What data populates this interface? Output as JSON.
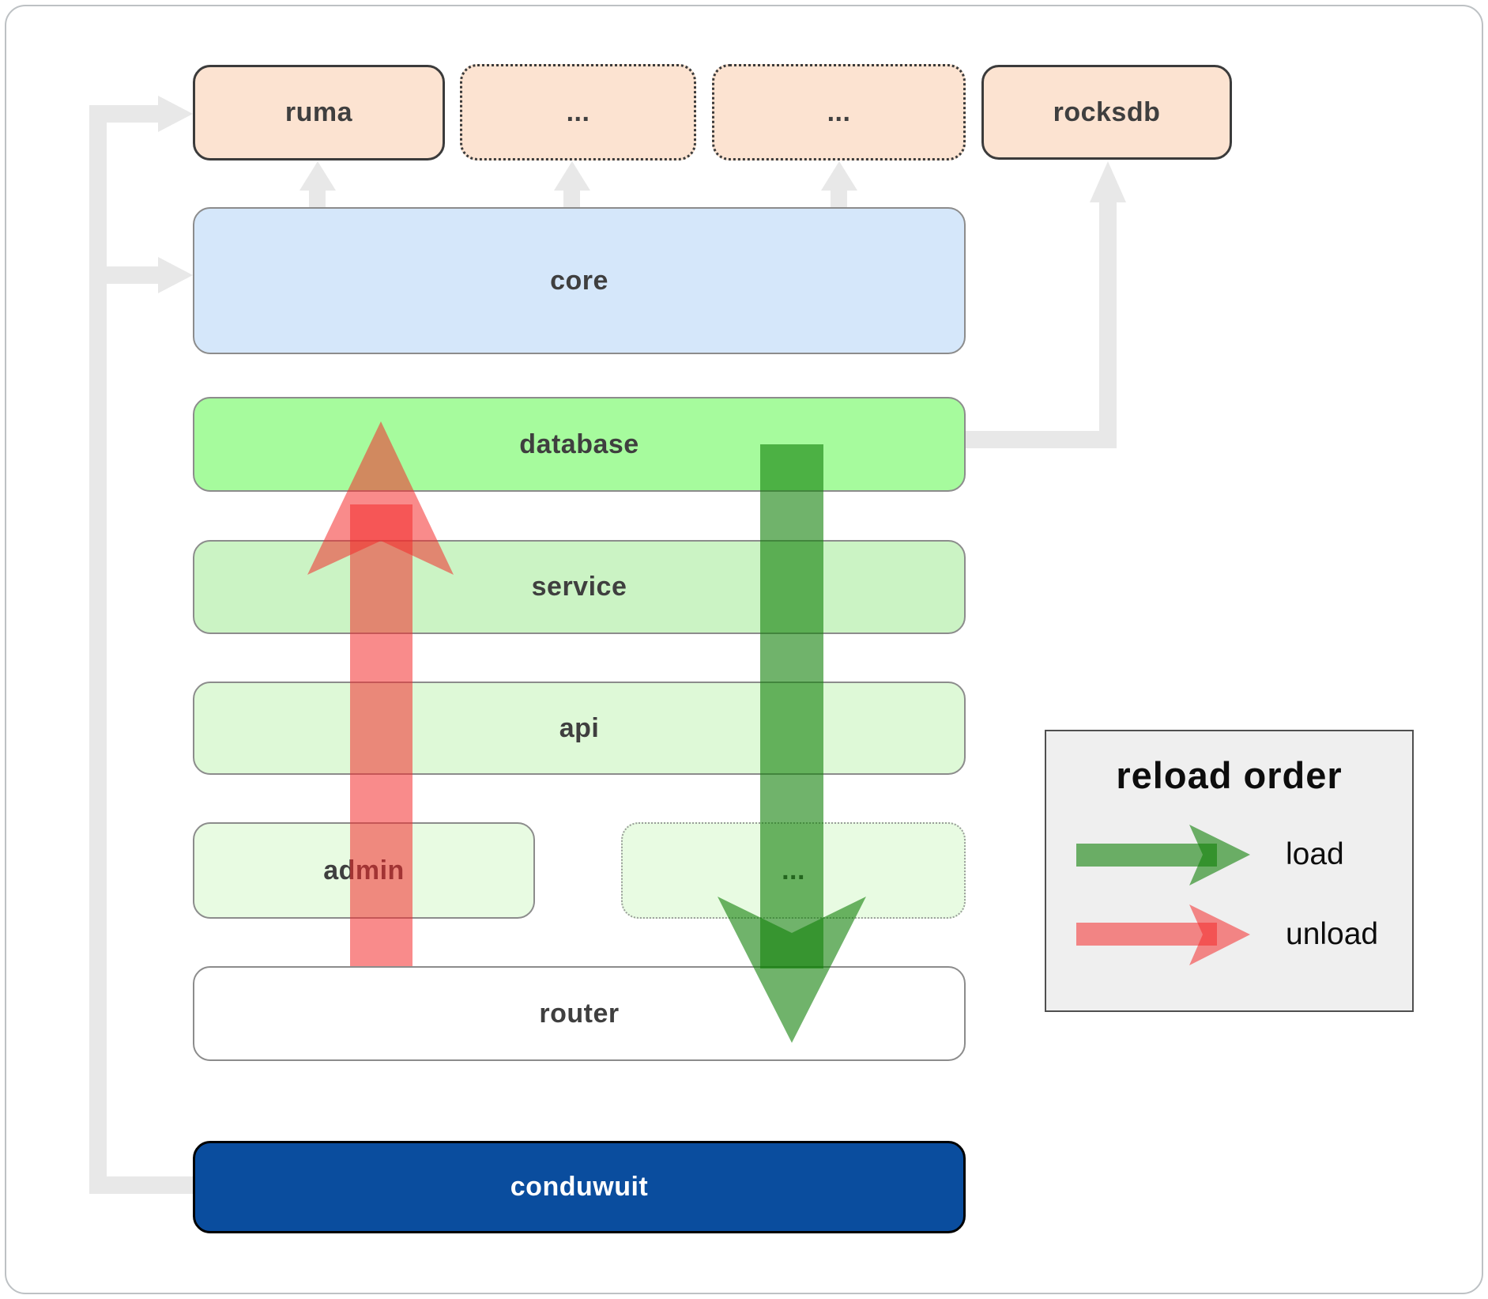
{
  "nodes": {
    "ruma": {
      "label": "ruma"
    },
    "extern1": {
      "label": "..."
    },
    "extern2": {
      "label": "..."
    },
    "rocksdb": {
      "label": "rocksdb"
    },
    "core": {
      "label": "core"
    },
    "database": {
      "label": "database"
    },
    "service": {
      "label": "service"
    },
    "api": {
      "label": "api"
    },
    "admin": {
      "label": "admin"
    },
    "modules": {
      "label": "..."
    },
    "router": {
      "label": "router"
    },
    "conduwuit": {
      "label": "conduwuit"
    }
  },
  "legend": {
    "title": "reload order",
    "items": [
      {
        "id": "load",
        "label": "load"
      },
      {
        "id": "unload",
        "label": "unload"
      }
    ]
  },
  "colors": {
    "peach": "#fce3d1",
    "blue": "#d5e7fa",
    "green-bright": "#a6fb9d",
    "green-light": "#cbf3c4",
    "green-lighter": "#def9d7",
    "green-faint": "#e8fbe2",
    "navy": "#0a4d9e",
    "node-border-dark": "#3b3b3b",
    "node-border-gray": "#8c8c8c",
    "connector-gray": "#e8e8e8",
    "legend-bg": "#efefef",
    "load-arrow": "#108008",
    "unload-arrow": "#f42c2c"
  }
}
